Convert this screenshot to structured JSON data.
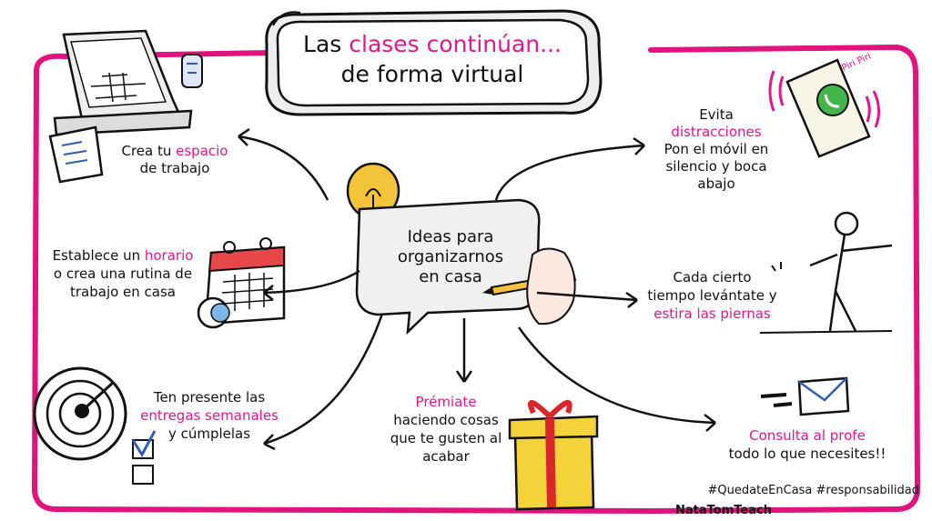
{
  "title": {
    "line1_prefix": "Las ",
    "line1_highlight": "clases continúan...",
    "line2": "de forma virtual"
  },
  "center": {
    "line1": "Ideas para",
    "line2": "organizarnos",
    "line3": "en casa"
  },
  "ideas": {
    "workspace": {
      "prefix": "Crea tu ",
      "highlight": "espacio",
      "line2": "de trabajo"
    },
    "schedule": {
      "line1_prefix": "Establece un ",
      "line1_highlight": "horario",
      "line2": "o crea una rutina de",
      "line3": "trabajo en casa"
    },
    "deliveries": {
      "line1": "Ten presente las",
      "line2_highlight": "entregas semanales",
      "line3": "y cúmplelas"
    },
    "reward": {
      "highlight": "Prémiate",
      "line2": "haciendo cosas",
      "line3": "que te gusten al",
      "line4": "acabar"
    },
    "distractions": {
      "line1": "Evita",
      "line2_highlight": "distracciones",
      "line3": "Pon el móvil en",
      "line4": "silencio y boca",
      "line5": "abajo"
    },
    "stretch": {
      "line1": "Cada cierto",
      "line2": "tiempo levántate y",
      "line3_highlight": "estira las piernas"
    },
    "teacher": {
      "line1_highlight": "Consulta al profe",
      "line2": "todo lo que necesites!!"
    }
  },
  "phone_sound": "Piri Piri",
  "hashtags": "#QuedateEnCasa #responsabilidad",
  "signature": "NataTomTeach",
  "colors": {
    "accent_pink": "#e4168d",
    "frame_pink": "#e0137f",
    "bulb_yellow": "#f3c43a",
    "gift_yellow": "#f4d33a",
    "gift_red": "#d9262b",
    "calendar_red": "#e8474a",
    "phone_green": "#43b64a",
    "envelope_blue": "#2f5db6",
    "bubble_gray": "#f0f0f0"
  }
}
